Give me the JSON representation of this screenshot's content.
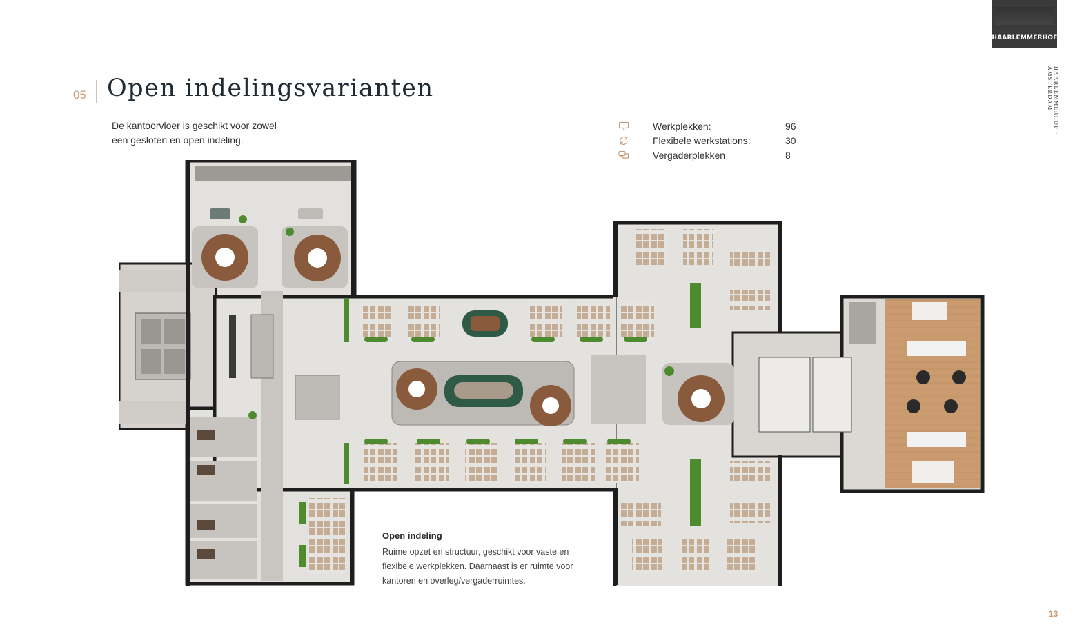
{
  "brand": {
    "logo_text": "HAARLEMMERHOF",
    "vertical_text": "HAARLEMMERHOF · AMSTERDAM"
  },
  "section": {
    "number": "05",
    "title": "Open indelingsvarianten"
  },
  "intro": {
    "line1": "De kantoorvloer is geschikt voor zowel",
    "line2": "een gesloten en open indeling."
  },
  "stats": [
    {
      "icon": "monitor-icon",
      "label": "Werkplekken:",
      "value": "96"
    },
    {
      "icon": "refresh-icon",
      "label": "Flexibele werkstations:",
      "value": "30"
    },
    {
      "icon": "chat-icon",
      "label": "Vergaderplekken",
      "value": "8"
    }
  ],
  "caption": {
    "heading": "Open indeling",
    "line1": "Ruime opzet en structuur, geschikt voor vaste en",
    "line2": "flexibele werkplekken. Daarnaast is er ruimte voor",
    "line3": "kantoren en overleg/vergaderruimtes."
  },
  "page_number": "13",
  "colors": {
    "accent": "#c69b7b",
    "title": "#1f2a33",
    "floor": "#e4e2df",
    "wall": "#1e1e1e",
    "wood": "#c79a6e",
    "plant": "#4e8a2e",
    "table": "#8a5a3c"
  }
}
